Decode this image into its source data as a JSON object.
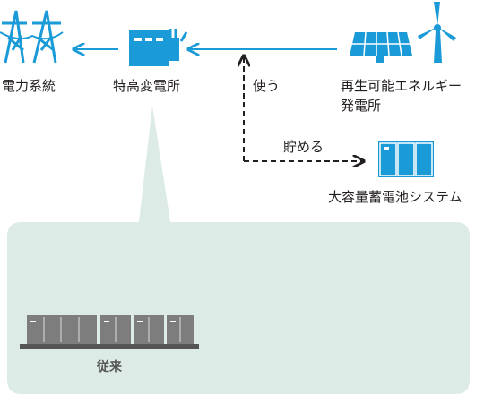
{
  "colors": {
    "icon_blue": "#1a9ad7",
    "arrow_blue": "#1a9ad7",
    "callout_fill": "#dcebe6",
    "server_gray": "#7d7d7d",
    "text": "#231f20"
  },
  "icons": {
    "grid": "power-transmission-tower-icon",
    "substation": "substation-icon",
    "renewable": "solar-panel-and-wind-turbine-icon",
    "battery": "battery-storage-cabinet-icon",
    "conventional": "server-rack-battery-row-icon"
  },
  "nodes": {
    "grid_label": "電力系統",
    "substation_label": "特高変電所",
    "renewable_label_line1": "再生可能エネルギー",
    "renewable_label_line2": "発電所",
    "battery_label": "大容量蓄電池システム"
  },
  "edges": {
    "use_label": "使う",
    "store_label": "貯める"
  },
  "callout": {
    "conventional_label": "従来"
  }
}
